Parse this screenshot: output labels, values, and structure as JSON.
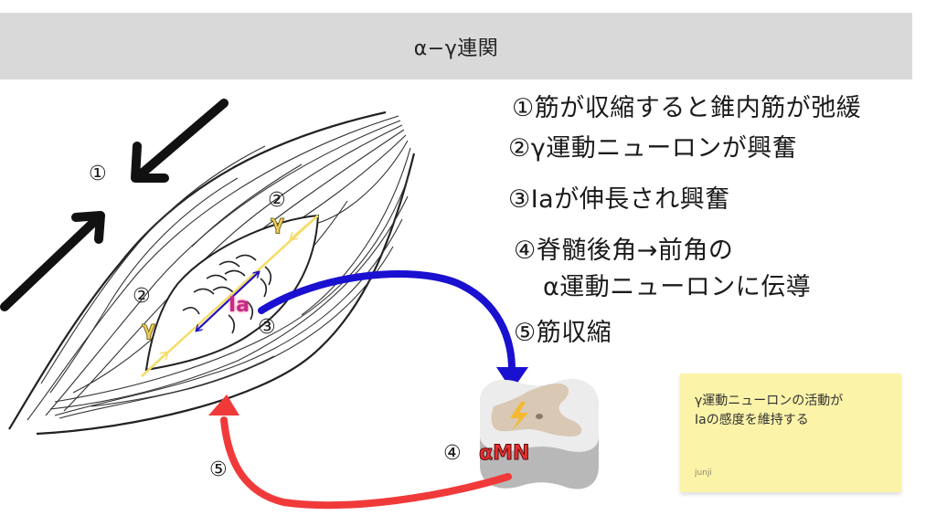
{
  "header": {
    "title": "α−γ連関"
  },
  "steps": [
    {
      "num": "①",
      "text": "筋が収縮すると錐内筋が弛緩"
    },
    {
      "num": "②",
      "text": "γ運動ニューロンが興奮"
    },
    {
      "num": "③",
      "text": "Iaが伸長され興奮"
    },
    {
      "num": "④",
      "text": "脊髄後角→前角の"
    },
    {
      "num": "",
      "text": "α運動ニューロンに伝導"
    },
    {
      "num": "⑤",
      "text": "筋収縮"
    }
  ],
  "diagram": {
    "markers": {
      "m1": "①",
      "m2_upper": "②",
      "m2_lower": "②",
      "m3": "③",
      "m4": "④",
      "m5": "⑤"
    },
    "labels": {
      "gamma_upper": "γ",
      "gamma_lower": "γ",
      "ia": "Ia",
      "alpha_mn": "αMN"
    },
    "colors": {
      "ia_arrow": "#1a10d0",
      "motor_arrow": "#f03a3a",
      "gamma_line": "#f5dc6a",
      "ia_label": "#cc2a7a",
      "alpha_mn_label": "#e03030",
      "gray_matter": "#d8c8b4",
      "white_matter": "#ececec",
      "spinal_shadow": "#b8b8b8",
      "lightning": "#f5b830"
    }
  },
  "note": {
    "text_line1": "γ運動ニューロンの活動が",
    "text_line2": "Iaの感度を維持する",
    "author": "junji",
    "color": "#fbf3a8"
  }
}
